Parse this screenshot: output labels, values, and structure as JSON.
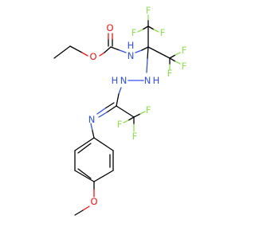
{
  "colors": {
    "bond": "#000000",
    "oxygen": "#ff0d0d",
    "nitrogen": "#3050f8",
    "fluorine": "#90e050",
    "background": "#ffffff"
  },
  "atoms": {
    "f1": "F",
    "f2": "F",
    "f3": "F",
    "f4": "F",
    "f5": "F",
    "f6": "F",
    "f7": "F",
    "f8": "F",
    "f9": "F",
    "o_carbonyl": "O",
    "o_ester": "O",
    "o_methoxy": "O",
    "n_carbamate": "N",
    "h_carbamate": "H",
    "n_hydrazine_1": "N",
    "h_hydrazine_1": "H",
    "n_hydrazine_2": "N",
    "h_hydrazine_2": "H",
    "n_imine": "N"
  }
}
